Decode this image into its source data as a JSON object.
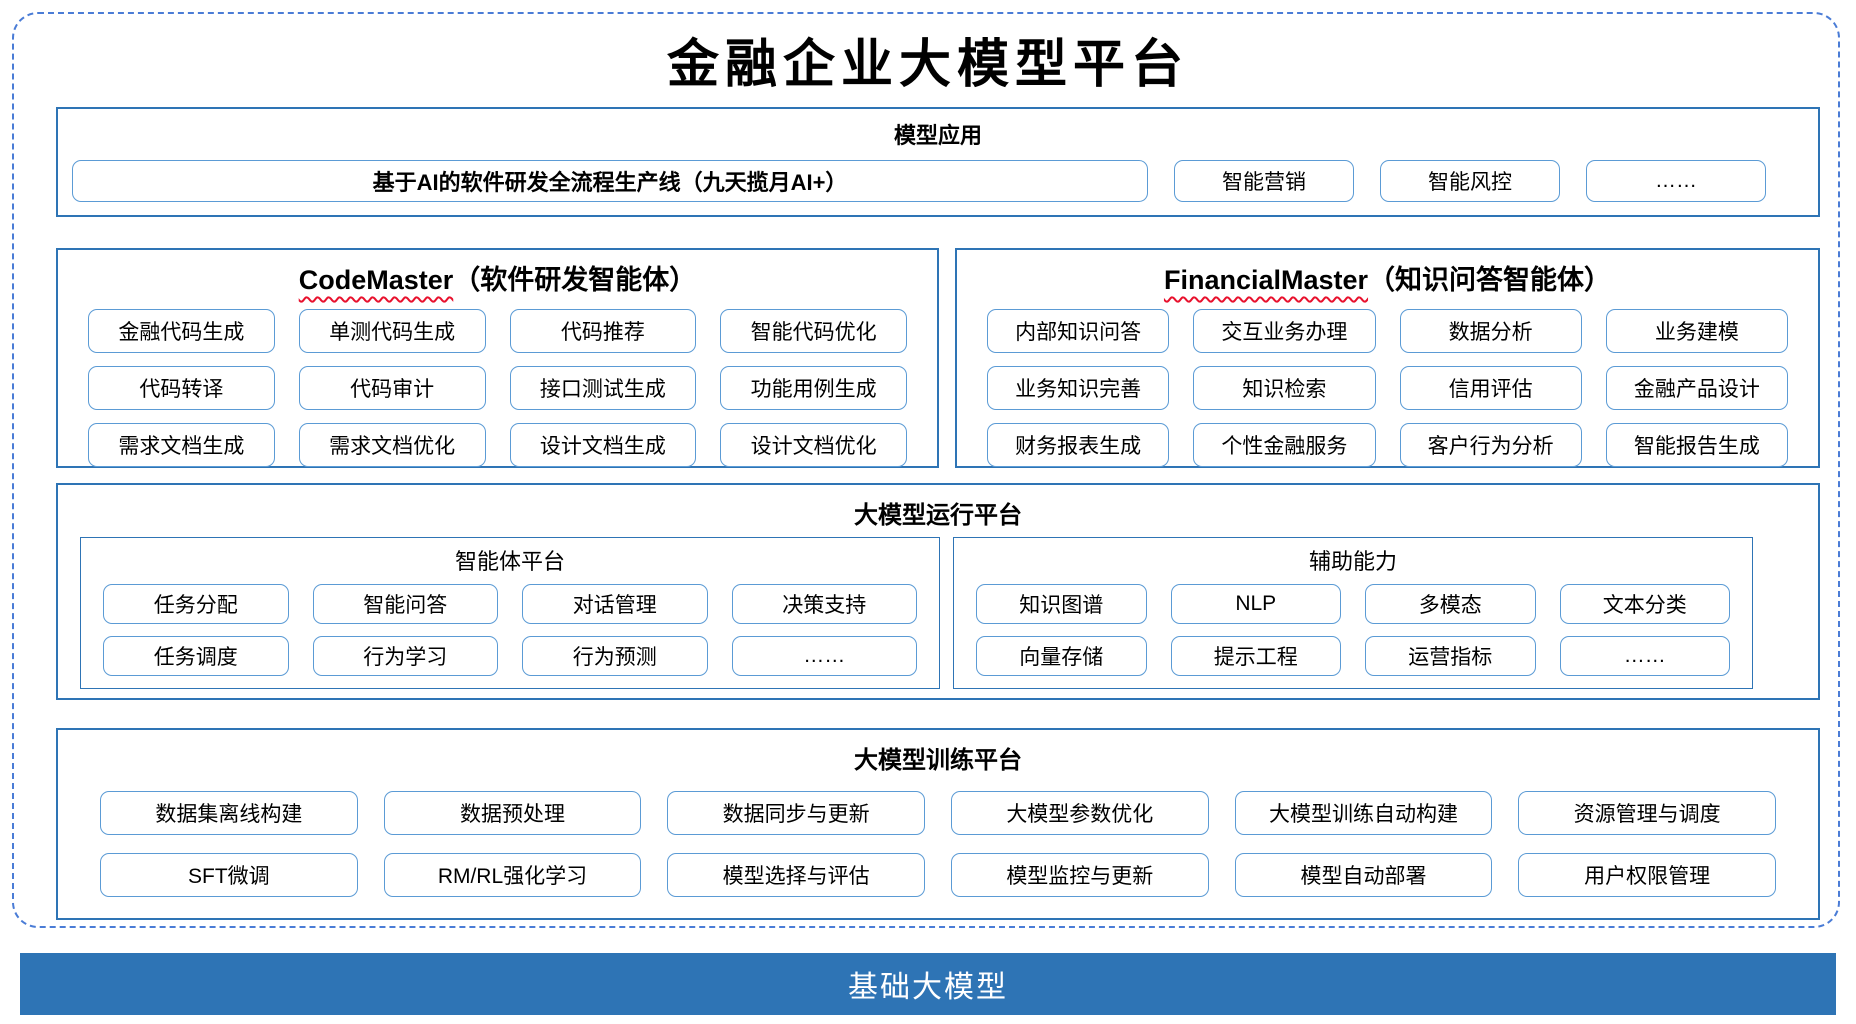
{
  "page_title": "金融企业大模型平台",
  "colors": {
    "accent_dark": "#2E74B5",
    "accent_light": "#5B9BD5",
    "outer_dashed": "#4A7CD6",
    "squiggle_red": "#E8112D",
    "foundation_bg": "#2E74B5",
    "foundation_text": "#FFFFFF",
    "text": "#000000"
  },
  "model_applications": {
    "header": "模型应用",
    "featured_pill": "基于AI的软件研发全流程生产线（九天揽月AI+）",
    "pills": [
      "智能营销",
      "智能风控",
      "……"
    ]
  },
  "code_master": {
    "title_en": "CodeMaster",
    "title_zh": "（软件研发智能体）",
    "pills": [
      "金融代码生成",
      "单测代码生成",
      "代码推荐",
      "智能代码优化",
      "代码转译",
      "代码审计",
      "接口测试生成",
      "功能用例生成",
      "需求文档生成",
      "需求文档优化",
      "设计文档生成",
      "设计文档优化"
    ]
  },
  "financial_master": {
    "title_en": "FinancialMaster",
    "title_zh": "（知识问答智能体）",
    "pills": [
      "内部知识问答",
      "交互业务办理",
      "数据分析",
      "业务建模",
      "业务知识完善",
      "知识检索",
      "信用评估",
      "金融产品设计",
      "财务报表生成",
      "个性金融服务",
      "客户行为分析",
      "智能报告生成"
    ]
  },
  "runtime_platform": {
    "header": "大模型运行平台",
    "agent_platform": {
      "header": "智能体平台",
      "pills": [
        "任务分配",
        "智能问答",
        "对话管理",
        "决策支持",
        "任务调度",
        "行为学习",
        "行为预测",
        "……"
      ]
    },
    "auxiliary_capabilities": {
      "header": "辅助能力",
      "pills": [
        "知识图谱",
        "NLP",
        "多模态",
        "文本分类",
        "向量存储",
        "提示工程",
        "运营指标",
        "……"
      ]
    }
  },
  "training_platform": {
    "header": "大模型训练平台",
    "pills": [
      "数据集离线构建",
      "数据预处理",
      "数据同步与更新",
      "大模型参数优化",
      "大模型训练自动构建",
      "资源管理与调度",
      "SFT微调",
      "RM/RL强化学习",
      "模型选择与评估",
      "模型监控与更新",
      "模型自动部署",
      "用户权限管理"
    ]
  },
  "foundation_model": {
    "label": "基础大模型"
  }
}
